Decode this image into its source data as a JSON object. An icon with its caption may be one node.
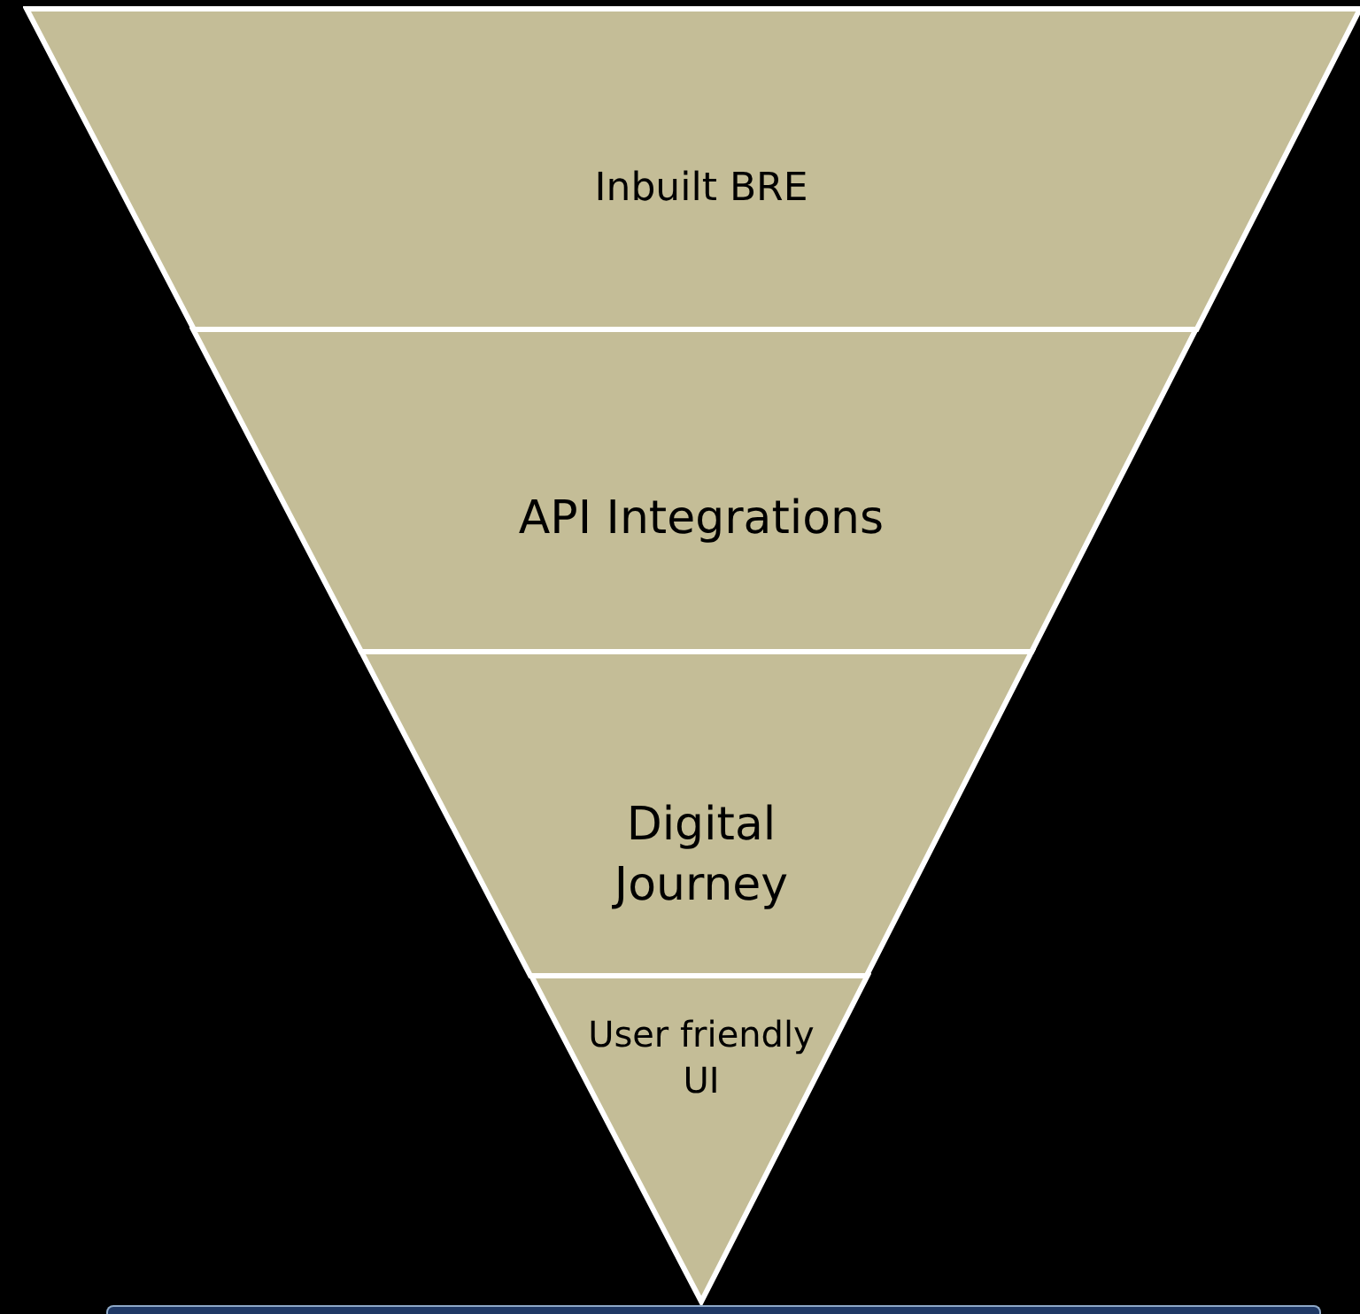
{
  "diagram": {
    "nodes": [
      {
        "text": [
          "Inbuilt BRE"
        ]
      },
      {
        "text": [
          "API Integrations"
        ]
      },
      {
        "text": [
          "Digital Journey"
        ]
      },
      {
        "text": [
          "User friendly UI"
        ]
      }
    ]
  }
}
